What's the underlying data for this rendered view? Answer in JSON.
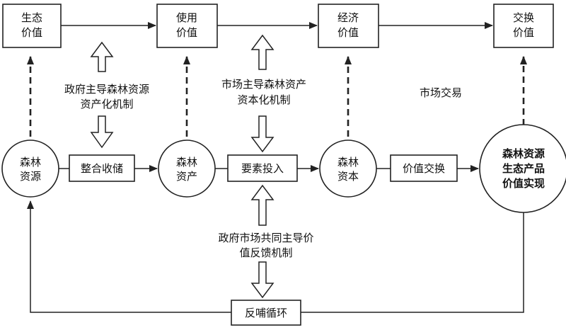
{
  "top_boxes": [
    {
      "line1": "生态",
      "line2": "价值"
    },
    {
      "line1": "使用",
      "line2": "价值"
    },
    {
      "line1": "经济",
      "line2": "价值"
    },
    {
      "line1": "交换",
      "line2": "价值"
    }
  ],
  "circles": [
    {
      "line1": "森林",
      "line2": "资源"
    },
    {
      "line1": "森林",
      "line2": "资产"
    },
    {
      "line1": "森林",
      "line2": "资本"
    }
  ],
  "final_circle": {
    "line1": "森林资源",
    "line2": "生态产品",
    "line3": "价值实现"
  },
  "process_boxes": [
    "整合收储",
    "要素投入",
    "价值交换"
  ],
  "mechanisms": {
    "gov": {
      "line1": "政府主导森林资源",
      "line2": "资产化机制"
    },
    "market": {
      "line1": "市场主导森林资产",
      "line2": "资本化机制"
    },
    "trade": "市场交易",
    "joint": {
      "line1": "政府市场共同主导价",
      "line2": "值反馈机制"
    }
  },
  "feedback_box": "反哺循环"
}
